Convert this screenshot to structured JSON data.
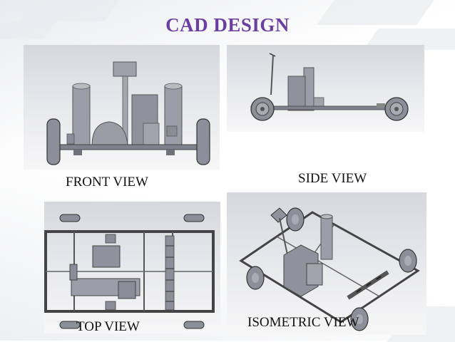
{
  "slide": {
    "title": "CAD DESIGN",
    "title_color": "#6b3fa0"
  },
  "views": {
    "front": {
      "label": "FRONT VIEW"
    },
    "side": {
      "label": "SIDE VIEW"
    },
    "top": {
      "label": "TOP VIEW"
    },
    "isometric": {
      "label": "ISOMETRIC VIEW"
    }
  }
}
